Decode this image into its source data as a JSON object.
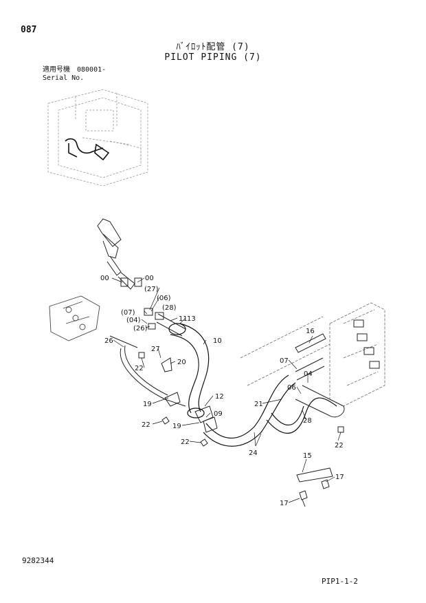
{
  "header": {
    "page_number": "087",
    "title_jp": "ﾊﾞｲﾛｯﾄ配管 (7)",
    "title_en": "PILOT PIPING (7)",
    "serial_label_jp": "適用号機",
    "serial_value": "080001-",
    "serial_label_en": "Serial No."
  },
  "footer": {
    "document_number": "9282344",
    "page_code": "PIP1-1-2"
  },
  "callouts": {
    "c00a": "00",
    "c00b": "00",
    "c27a": "(27)",
    "c06a": "(06)",
    "c28a": "(28)",
    "c07a": "(07)",
    "c11": "11",
    "c04a": "(04)",
    "c13": "13",
    "c26a": "(26)",
    "c10": "10",
    "c26": "26",
    "c27": "27",
    "c20": "20",
    "c22a": "22",
    "c19a": "19",
    "c12": "12",
    "c22b": "22",
    "c09": "09",
    "c19b": "19",
    "c22c": "22",
    "c24": "24",
    "c16": "16",
    "c07": "07",
    "c04": "04",
    "c06": "06",
    "c21": "21",
    "c28": "28",
    "c22d": "22",
    "c15": "15",
    "c17a": "17",
    "c17b": "17"
  }
}
